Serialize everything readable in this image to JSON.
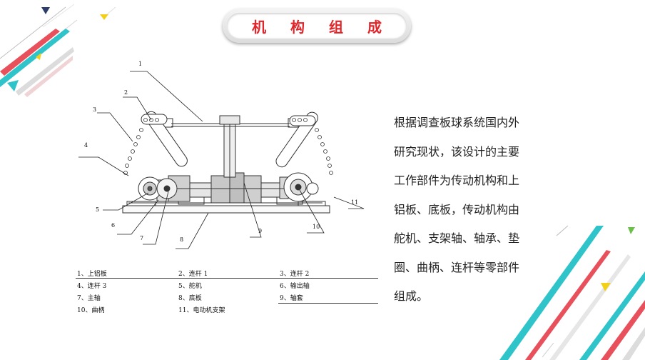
{
  "header": {
    "title": "机构组成"
  },
  "figure": {
    "callouts": [
      "1",
      "2",
      "3",
      "4",
      "5",
      "6",
      "7",
      "8",
      "9",
      "10",
      "11"
    ],
    "legend": [
      [
        "1、上铝板",
        "2、连杆 1",
        "3、连杆 2"
      ],
      [
        "4、连杆 3",
        "5、舵机",
        "6、输出轴"
      ],
      [
        "7、主轴",
        "8、底板",
        "9、轴套"
      ],
      [
        "10、曲柄",
        "11、电动机支架",
        ""
      ]
    ]
  },
  "description": {
    "lines": [
      "根据调查板球系统国内外",
      "研究现状，该设计的主要",
      "工作部件为传动机构和上",
      "铝板、底板，传动机构由",
      "舵机、支架轴、轴承、垫",
      "圈、曲柄、连杆等零部件",
      "组成。"
    ]
  },
  "colors": {
    "accent_red": "#e0262b",
    "accent_cyan": "#2ec4c9",
    "accent_yellow": "#f2d019"
  }
}
